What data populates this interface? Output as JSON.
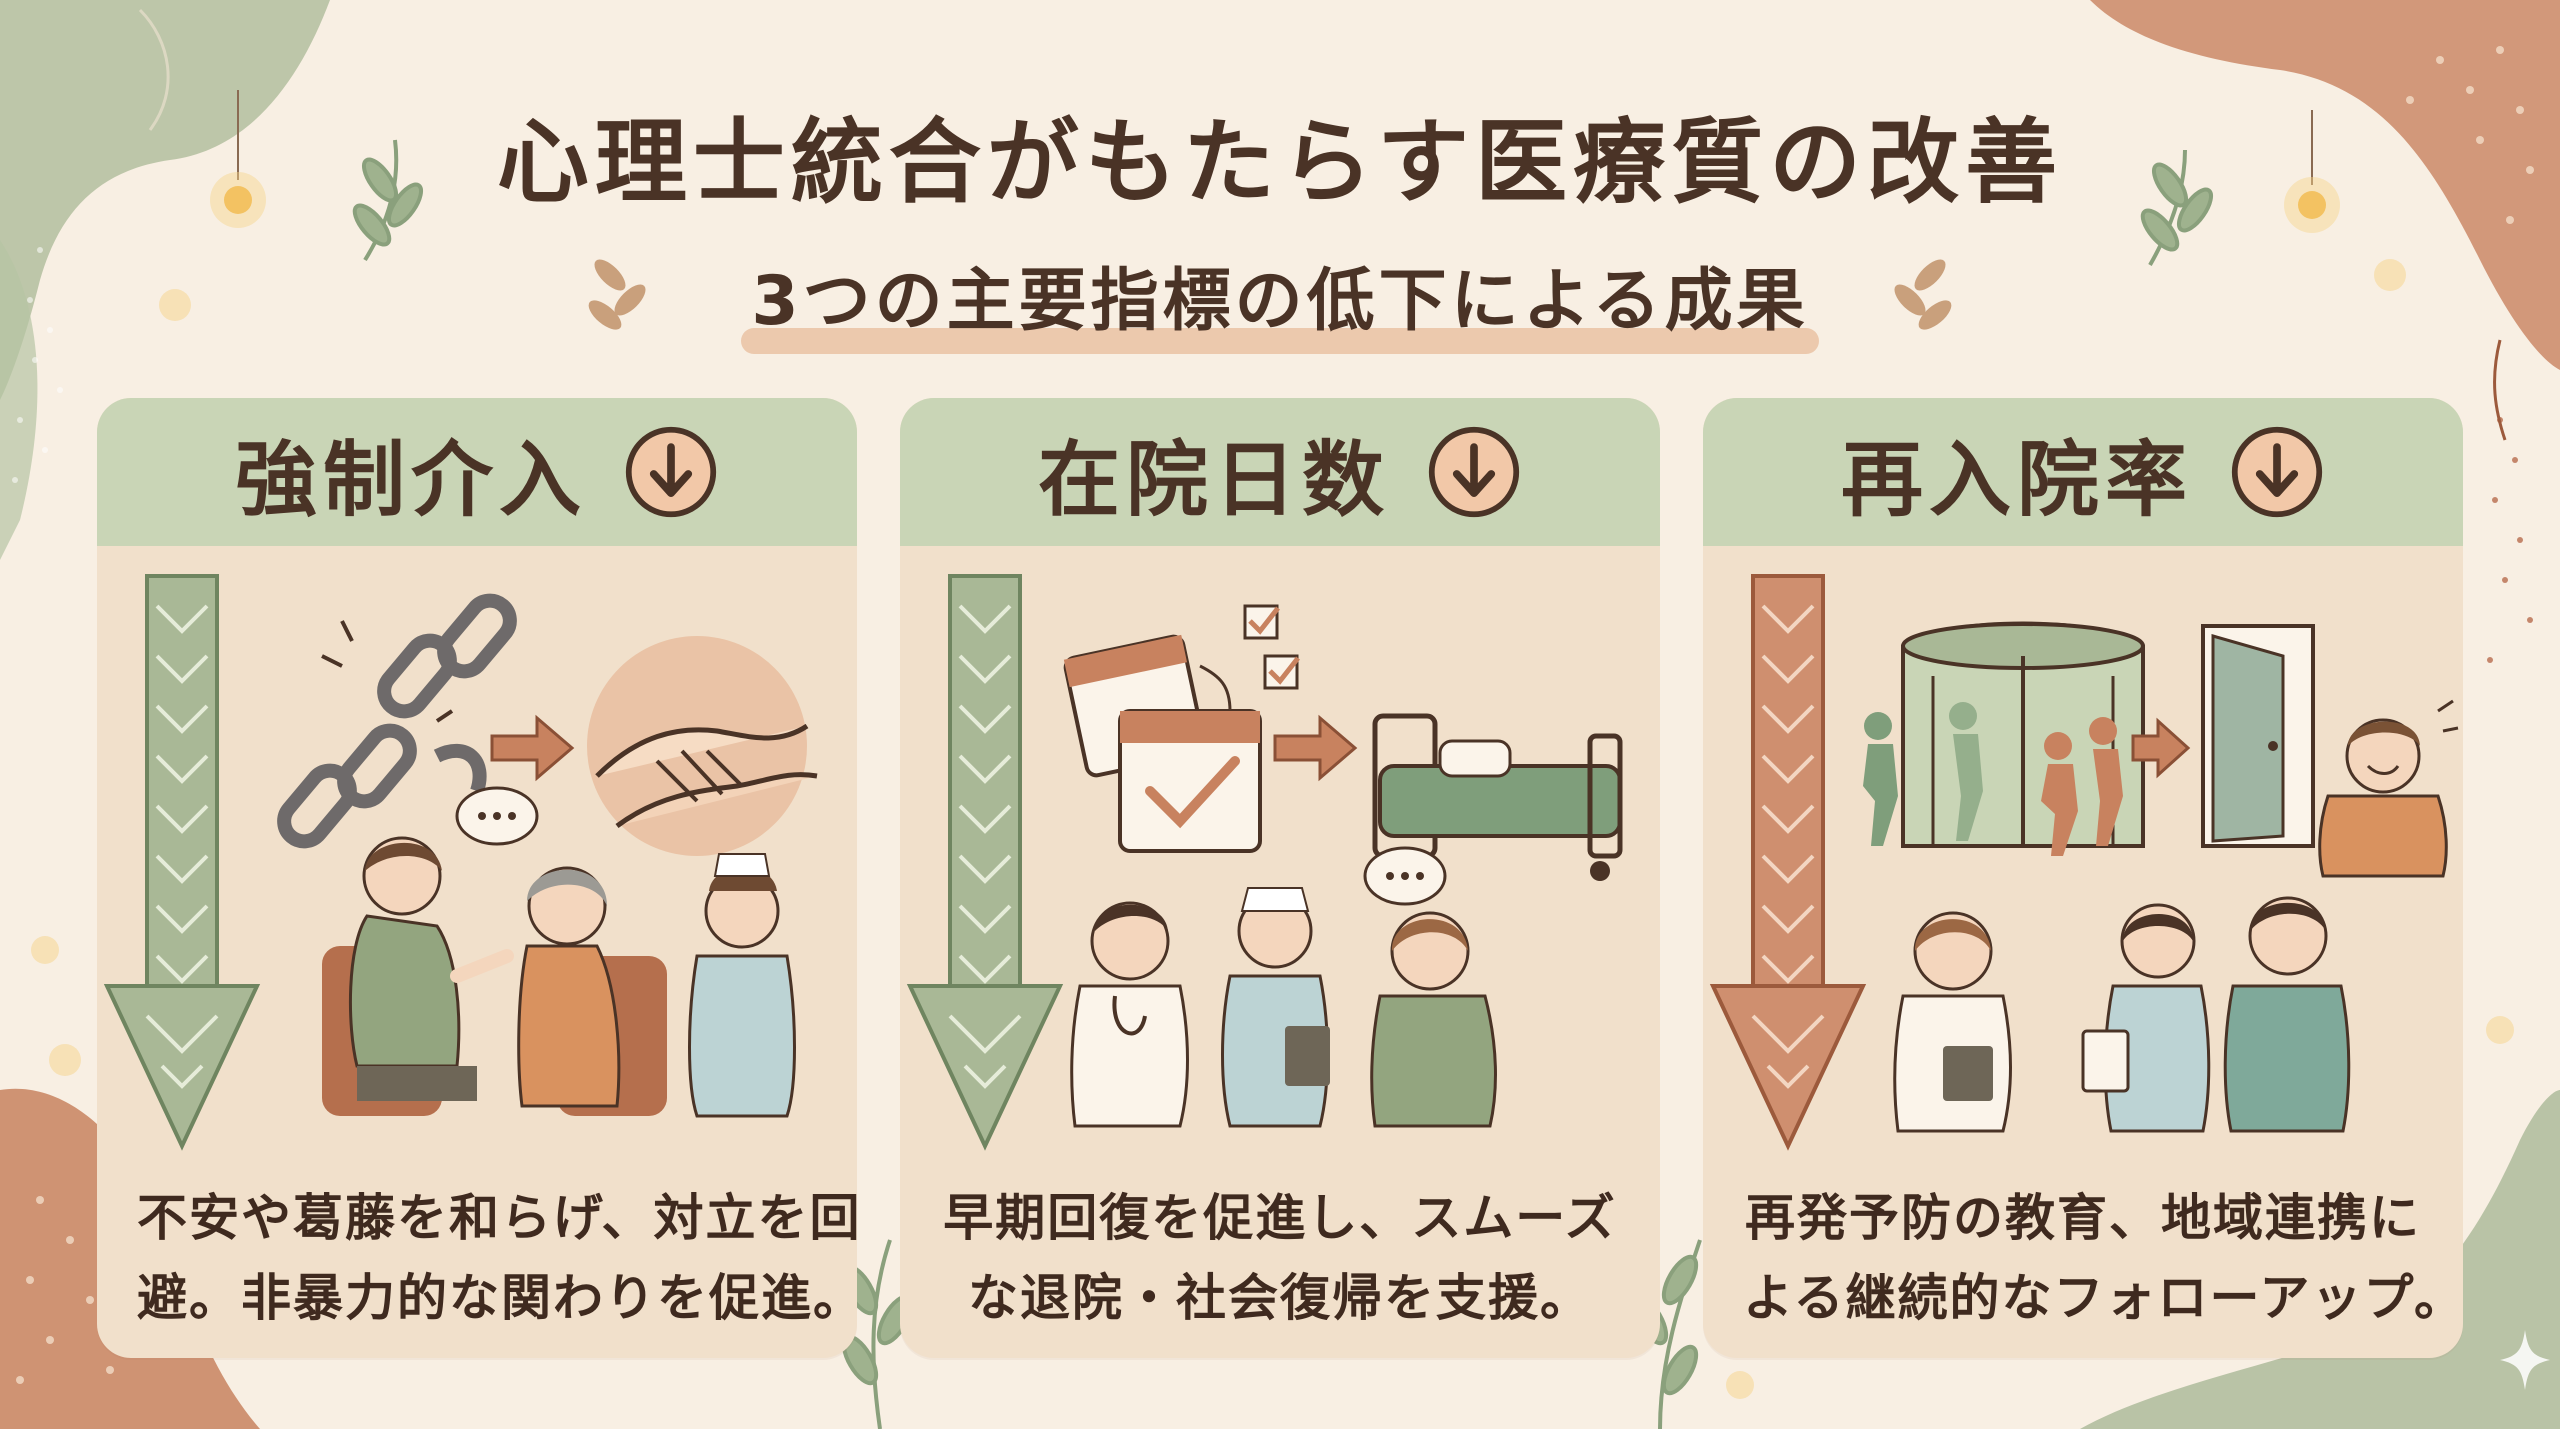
{
  "header": {
    "title": "心理士統合がもたらす医療質の改善",
    "subtitle": "3つの主要指標の低下による成果"
  },
  "cards": [
    {
      "title": "強制介入",
      "icon": "down-arrow-circle-icon",
      "arrow_color": "#a9b896",
      "desc_lines": [
        "不安や葛藤を和らげ、対立を回",
        "避。非暴力的な関わりを促進。"
      ]
    },
    {
      "title": "在院日数",
      "icon": "down-arrow-circle-icon",
      "arrow_color": "#a9b896",
      "desc_lines": [
        "早期回復を促進し、スムーズ",
        "な退院・社会復帰を支援。"
      ]
    },
    {
      "title": "再入院率",
      "icon": "down-arrow-circle-icon",
      "arrow_color": "#cf8f6f",
      "desc_lines": [
        "再発予防の教育、地域連携に",
        "よる継続的なフォローアップ。"
      ]
    }
  ],
  "colors": {
    "background": "#f8efe3",
    "sage": "#a9b896",
    "terracotta": "#c8825f",
    "text": "#4a3326"
  }
}
